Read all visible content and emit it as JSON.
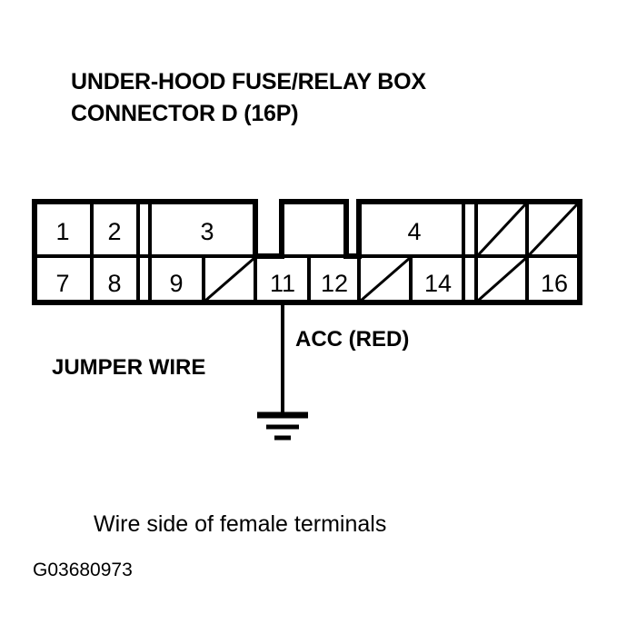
{
  "title": {
    "line1": "UNDER-HOOD FUSE/RELAY BOX",
    "line2": "CONNECTOR D (16P)"
  },
  "connector": {
    "name": "UNDER-HOOD FUSE/RELAY BOX CONNECTOR D",
    "pin_count": "16P",
    "top_row": [
      {
        "label": "1",
        "type": "pin"
      },
      {
        "label": "2",
        "type": "pin"
      },
      {
        "label": "",
        "type": "rib"
      },
      {
        "label": "3",
        "type": "pin"
      },
      {
        "label": "",
        "type": "notch"
      },
      {
        "label": "",
        "type": "notch-tab"
      },
      {
        "label": "",
        "type": "notch"
      },
      {
        "label": "4",
        "type": "pin"
      },
      {
        "label": "",
        "type": "rib"
      },
      {
        "label": "",
        "type": "blank"
      },
      {
        "label": "",
        "type": "blank"
      }
    ],
    "bottom_row": [
      {
        "label": "7",
        "type": "pin"
      },
      {
        "label": "8",
        "type": "pin"
      },
      {
        "label": "",
        "type": "rib"
      },
      {
        "label": "9",
        "type": "pin"
      },
      {
        "label": "",
        "type": "blank"
      },
      {
        "label": "11",
        "type": "pin"
      },
      {
        "label": "12",
        "type": "pin"
      },
      {
        "label": "",
        "type": "blank"
      },
      {
        "label": "14",
        "type": "pin"
      },
      {
        "label": "",
        "type": "rib"
      },
      {
        "label": "",
        "type": "blank"
      },
      {
        "label": "16",
        "type": "pin"
      }
    ]
  },
  "annotations": {
    "jumper_wire": "JUMPER WIRE",
    "acc_signal": "ACC (RED)",
    "ground_symbol": "ground-icon"
  },
  "caption": "Wire side of female terminals",
  "figure_id": "G03680973",
  "colors": {
    "line": "#000000",
    "background": "#ffffff",
    "text": "#000000"
  }
}
